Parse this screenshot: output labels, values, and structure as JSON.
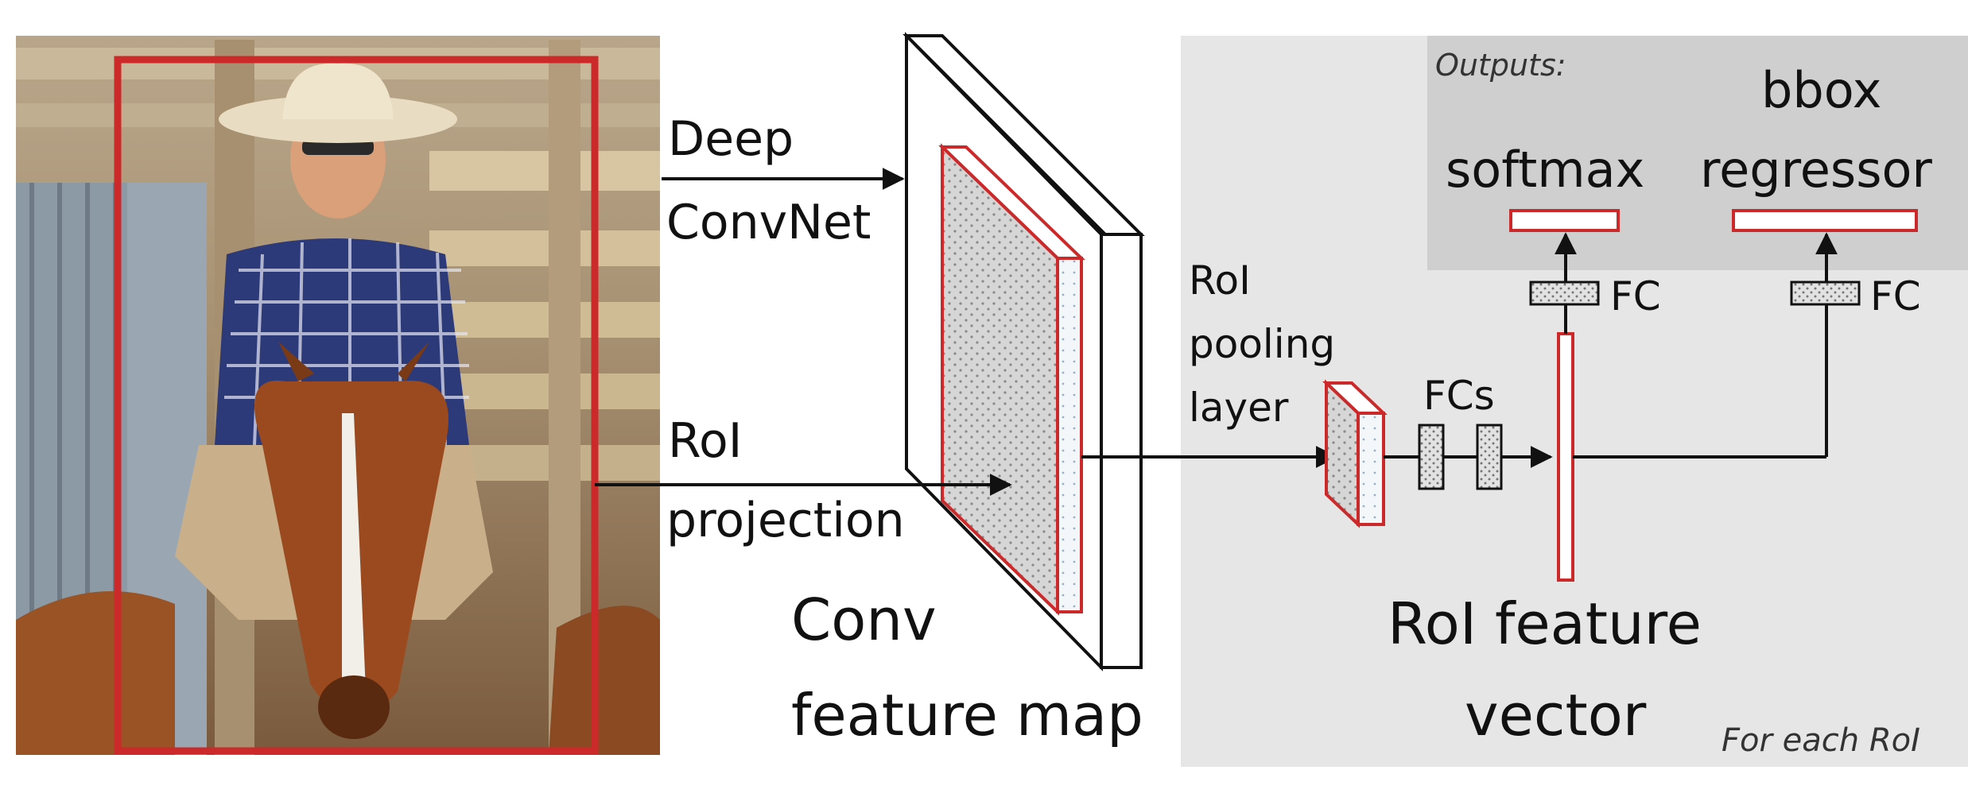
{
  "photo": {
    "description_icon": "cowboy-on-horse-photo"
  },
  "labels": {
    "deep": "Deep",
    "convnet": "ConvNet",
    "roi_proj_1": "RoI",
    "roi_proj_2": "projection",
    "conv_1": "Conv",
    "conv_2": "feature map",
    "pool_1": "RoI",
    "pool_2": "pooling",
    "pool_3": "layer",
    "fcs": "FCs",
    "fc_left": "FC",
    "fc_right": "FC",
    "feat_1": "RoI feature",
    "feat_2": "vector",
    "outputs": "Outputs:",
    "softmax": "softmax",
    "bbox_1": "bbox",
    "bbox_2": "regressor",
    "for_each": "For each RoI"
  },
  "colors": {
    "red": "#cc2a2a",
    "panel_gray": "#e6e6e6",
    "outputs_gray": "#cfcfcf",
    "fc_fill": "#d9d9d9",
    "dot_fill": "#dcdcdc"
  }
}
